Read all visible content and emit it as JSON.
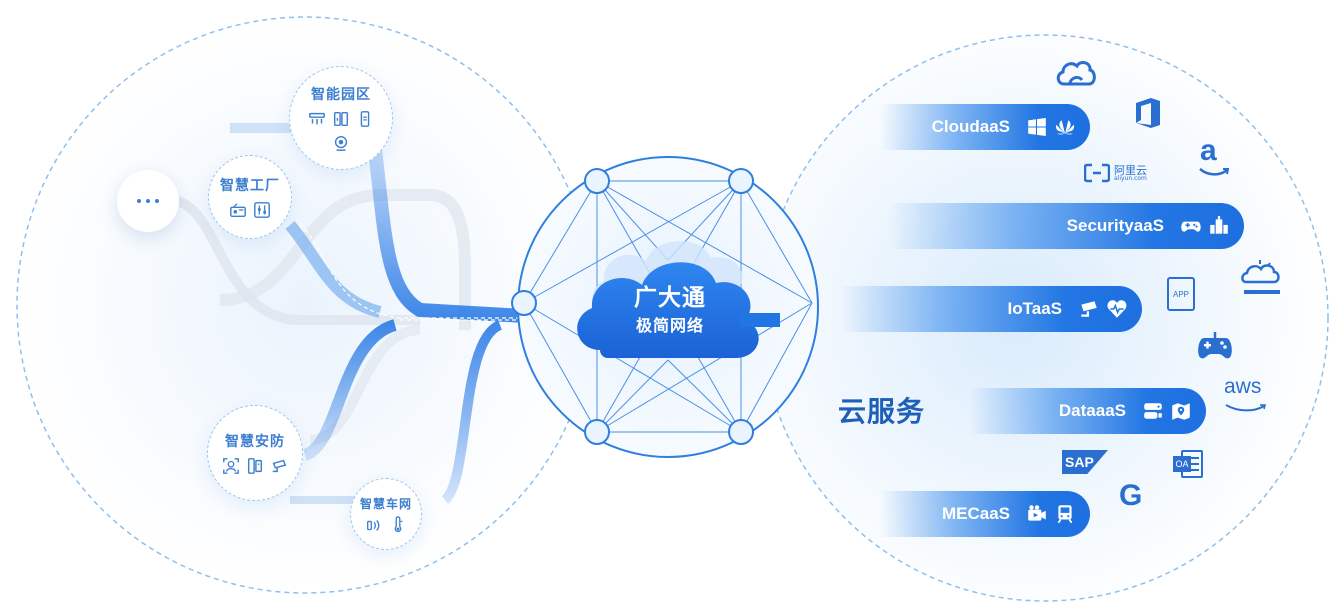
{
  "scenarios": [
    {
      "title": "智能园区",
      "icons": [
        "camera-dome-icon",
        "gate-icon",
        "access-panel-icon",
        "webcam-icon"
      ]
    },
    {
      "title": "智慧工厂",
      "icons": [
        "radio-device-icon",
        "control-panel-icon"
      ]
    },
    {
      "title": "智慧安防",
      "icons": [
        "face-scan-icon",
        "door-access-icon",
        "surveillance-camera-icon"
      ]
    },
    {
      "title": "智慧车网",
      "icons": [
        "signal-icon",
        "thermometer-icon"
      ]
    }
  ],
  "more": {
    "icon": "more-dots-icon"
  },
  "hub": {
    "title": "广大通",
    "subtitle": "极简网络"
  },
  "services": {
    "title": "云服务",
    "pills": [
      {
        "label": "CloudaaS",
        "icons": [
          "windows-icon",
          "huawei-icon"
        ]
      },
      {
        "label": "SecurityaaS",
        "icons": [
          "gamepad-icon",
          "building-icon"
        ]
      },
      {
        "label": "IoTaaS",
        "icons": [
          "cctv-icon",
          "heart-rate-icon"
        ]
      },
      {
        "label": "DataaaS",
        "icons": [
          "server-icon",
          "map-pin-icon"
        ]
      },
      {
        "label": "MECaaS",
        "icons": [
          "video-icon",
          "train-icon"
        ]
      }
    ],
    "brands": {
      "aliyun": "阿里云",
      "aliyun_domain": "aliyun.com",
      "app": "APP",
      "aws": "aws",
      "sap": "SAP",
      "oa": "OA",
      "google": "G",
      "amazon": "a"
    }
  },
  "colors": {
    "primary": "#2276e3",
    "dark": "#1e5fb8",
    "light": "#9cc6ee"
  }
}
